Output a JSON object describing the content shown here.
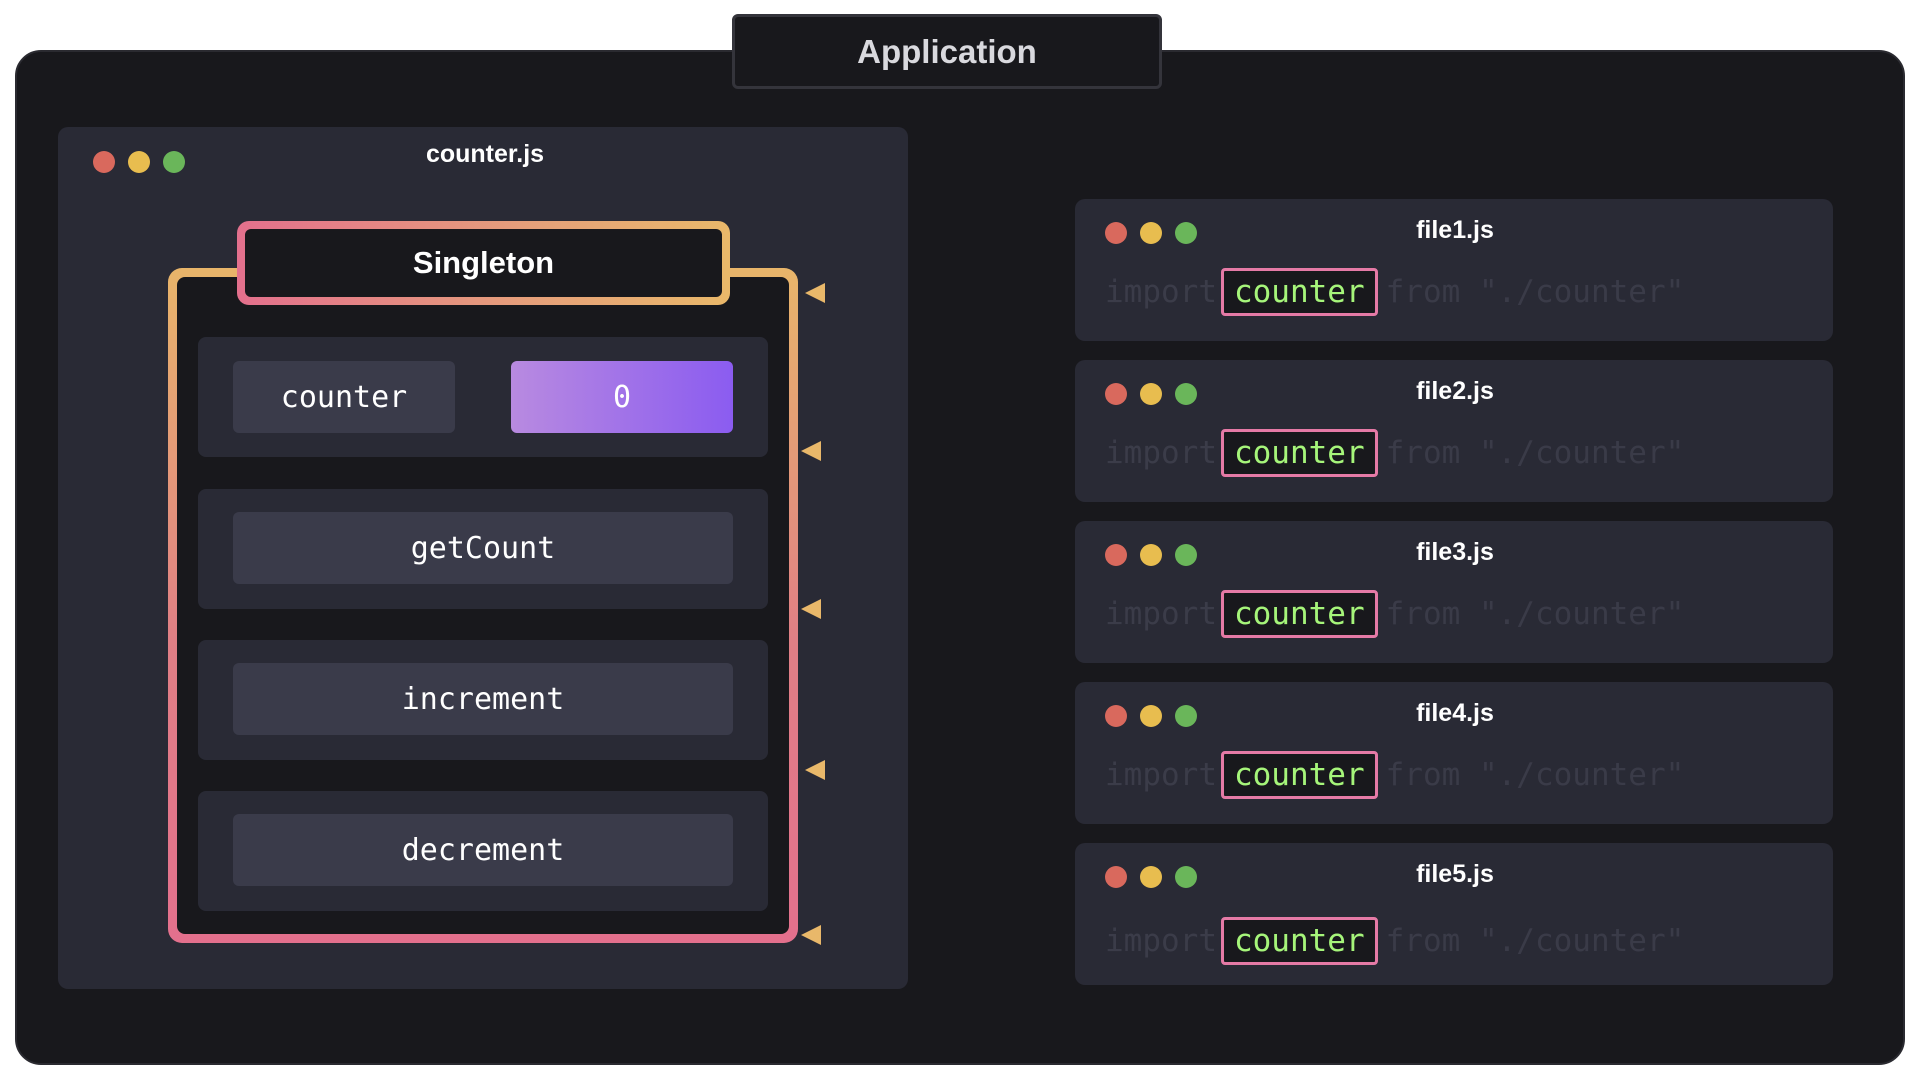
{
  "application": {
    "title": "Application"
  },
  "main_window": {
    "title": "counter.js",
    "singleton_label": "Singleton",
    "rows": [
      {
        "label": "counter",
        "value": "0"
      },
      {
        "label": "getCount"
      },
      {
        "label": "increment"
      },
      {
        "label": "decrement"
      }
    ]
  },
  "files": [
    {
      "title": "file1.js",
      "import_kw": "import",
      "imported": "counter",
      "from_kw": "from",
      "path": "\"./counter\""
    },
    {
      "title": "file2.js",
      "import_kw": "import",
      "imported": "counter",
      "from_kw": "from",
      "path": "\"./counter\""
    },
    {
      "title": "file3.js",
      "import_kw": "import",
      "imported": "counter",
      "from_kw": "from",
      "path": "\"./counter\""
    },
    {
      "title": "file4.js",
      "import_kw": "import",
      "imported": "counter",
      "from_kw": "from",
      "path": "\"./counter\""
    },
    {
      "title": "file5.js",
      "import_kw": "import",
      "imported": "counter",
      "from_kw": "from",
      "path": "\"./counter\""
    }
  ],
  "colors": {
    "arrow_start": "#e57aa6",
    "arrow_end": "#e9b86a",
    "imported_text": "#a6f57a",
    "value_gradient_start": "#b88ae0",
    "value_gradient_end": "#8b5cf0"
  },
  "icons": [
    "window-close-dot",
    "window-minimize-dot",
    "window-maximize-dot",
    "arrow-left-icon"
  ]
}
